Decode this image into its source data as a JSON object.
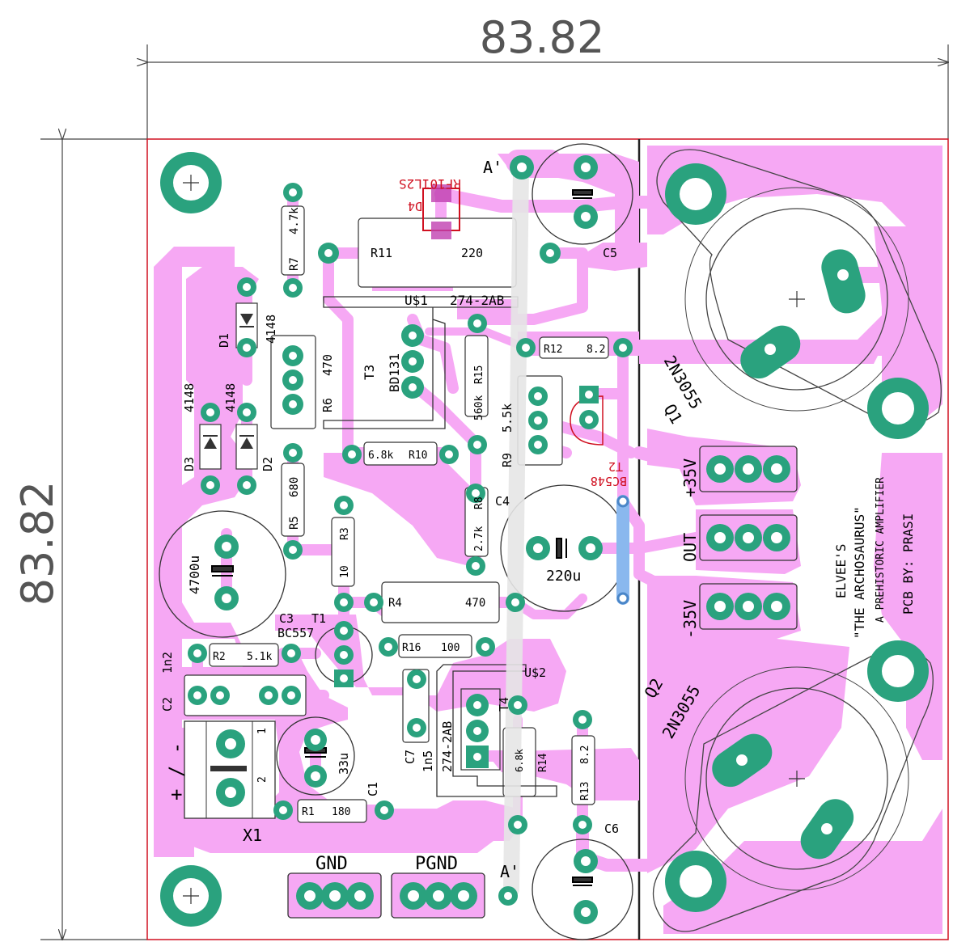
{
  "dimensions": {
    "width_label": "83.82",
    "height_label": "83.82"
  },
  "components": {
    "r7": {
      "ref": "R7",
      "value": "4.7k"
    },
    "r11": {
      "ref": "R11",
      "value": "220"
    },
    "d4": {
      "ref": "D4",
      "value": "RF101L2S"
    },
    "c5": {
      "ref": "C5"
    },
    "d1": {
      "ref": "D1",
      "value": "4148"
    },
    "d2": {
      "ref": "D2",
      "value": "4148"
    },
    "d3": {
      "ref": "D3",
      "value": "4148"
    },
    "r6": {
      "ref": "R6",
      "value": "470"
    },
    "u1": {
      "ref": "U$1",
      "value": "274-2AB"
    },
    "t3": {
      "ref": "T3",
      "value": "BD131"
    },
    "r15": {
      "ref": "R15",
      "value": "560k"
    },
    "r12": {
      "ref": "R12",
      "value": "8.2"
    },
    "r9": {
      "ref": "R9",
      "value": "5.5k"
    },
    "t2": {
      "ref": "T2",
      "value": "BC548"
    },
    "r10": {
      "ref": "R10",
      "value": "6.8k"
    },
    "r5": {
      "ref": "R5",
      "value": "680"
    },
    "r8": {
      "ref": "R8",
      "value": "2.7k"
    },
    "c4": {
      "ref": "C4",
      "value": "220u"
    },
    "r3": {
      "ref": "R3",
      "value": "10"
    },
    "c_4700": {
      "value": "4700u"
    },
    "r4": {
      "ref": "R4",
      "value": "470"
    },
    "c3": {
      "ref": "C3"
    },
    "t1": {
      "ref": "T1",
      "value": "BC557"
    },
    "r16": {
      "ref": "R16",
      "value": "100"
    },
    "r2": {
      "ref": "R2",
      "value": "5.1k"
    },
    "c2": {
      "ref": "C2",
      "value": "1n2"
    },
    "u2": {
      "ref": "U$2",
      "value": "274-2AB"
    },
    "t4": {
      "ref": "T4"
    },
    "c7": {
      "ref": "C7",
      "value": "1n5"
    },
    "r14": {
      "ref": "R14",
      "value": "6.8k"
    },
    "r13": {
      "ref": "R13",
      "value": "8.2"
    },
    "c1": {
      "ref": "C1",
      "value": "33u"
    },
    "r1": {
      "ref": "R1",
      "value": "180"
    },
    "x1": {
      "ref": "X1",
      "pin1": "1",
      "pin2": "2",
      "polarity": "+ / -"
    },
    "c6": {
      "ref": "C6"
    },
    "q1": {
      "ref": "Q1",
      "value": "2N3055"
    },
    "q2": {
      "ref": "Q2",
      "value": "2N3055"
    }
  },
  "connectors": {
    "pos35": "+35V",
    "out": "OUT",
    "neg35": "-35V",
    "gnd": "GND",
    "pgnd": "PGND",
    "jumper_top": "A'",
    "jumper_bottom": "A'"
  },
  "credits": {
    "line1": "ELVEE'S",
    "line2": "\"THE ARCHOSAURUS\"",
    "line3": "A PREHISTORIC AMPLIFIER",
    "line4": "PCB BY: PRASI"
  },
  "colors": {
    "copper": "#f6a8f4",
    "pad": "#2aa27e",
    "outline": "#d01020",
    "silk": "#000000",
    "jumper": "#e0e0e0",
    "blue_jumper": "#8ab8ee"
  }
}
